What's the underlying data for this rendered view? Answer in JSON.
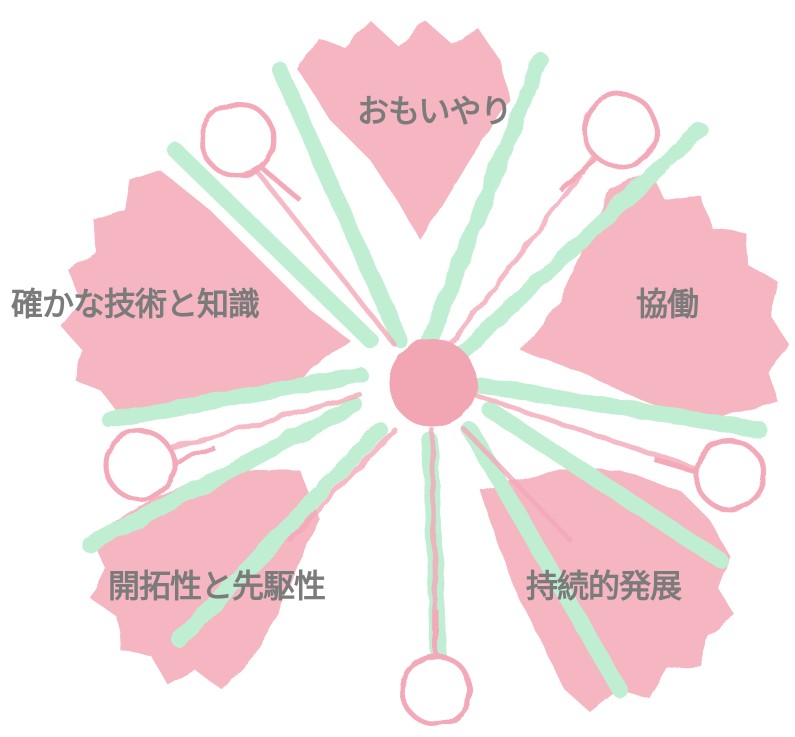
{
  "emblem": {
    "petal_color": "#f4aab8",
    "stripe_color": "#bfeed3",
    "center_color": "#f2a5b2",
    "outline_color": "#f3a9b7"
  },
  "labels": {
    "top": "おもいやり",
    "right": "協働",
    "left": "確かな技術と知識",
    "bottom_left": "開拓性と先駆性",
    "bottom_right": "持続的発展"
  }
}
